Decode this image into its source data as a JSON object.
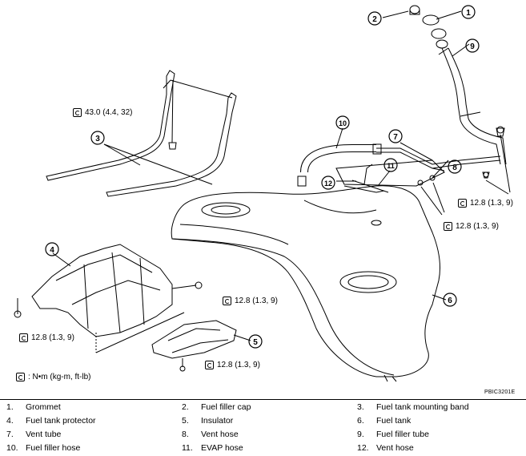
{
  "diagram": {
    "callouts": [
      "1",
      "2",
      "3",
      "4",
      "5",
      "6",
      "7",
      "8",
      "9",
      "10",
      "11",
      "12"
    ],
    "torques": [
      "43.0 (4.4, 32)",
      "12.8 (1.3, 9)",
      "12.8 (1.3, 9)",
      "12.8 (1.3, 9)",
      "12.8 (1.3, 9)",
      "12.8 (1.3, 9)"
    ],
    "torque_legend": ": N•m (kg-m, ft-lb)",
    "figure_code": "PBIC3201E",
    "icon": "torque-wrench-icon"
  },
  "parts": [
    {
      "num": "1.",
      "name": "Grommet"
    },
    {
      "num": "2.",
      "name": "Fuel filler cap"
    },
    {
      "num": "3.",
      "name": "Fuel tank mounting band"
    },
    {
      "num": "4.",
      "name": "Fuel tank protector"
    },
    {
      "num": "5.",
      "name": "Insulator"
    },
    {
      "num": "6.",
      "name": "Fuel tank"
    },
    {
      "num": "7.",
      "name": "Vent tube"
    },
    {
      "num": "8.",
      "name": "Vent hose"
    },
    {
      "num": "9.",
      "name": "Fuel filler tube"
    },
    {
      "num": "10.",
      "name": "Fuel filler hose"
    },
    {
      "num": "11.",
      "name": "EVAP hose"
    },
    {
      "num": "12.",
      "name": "Vent hose"
    }
  ]
}
